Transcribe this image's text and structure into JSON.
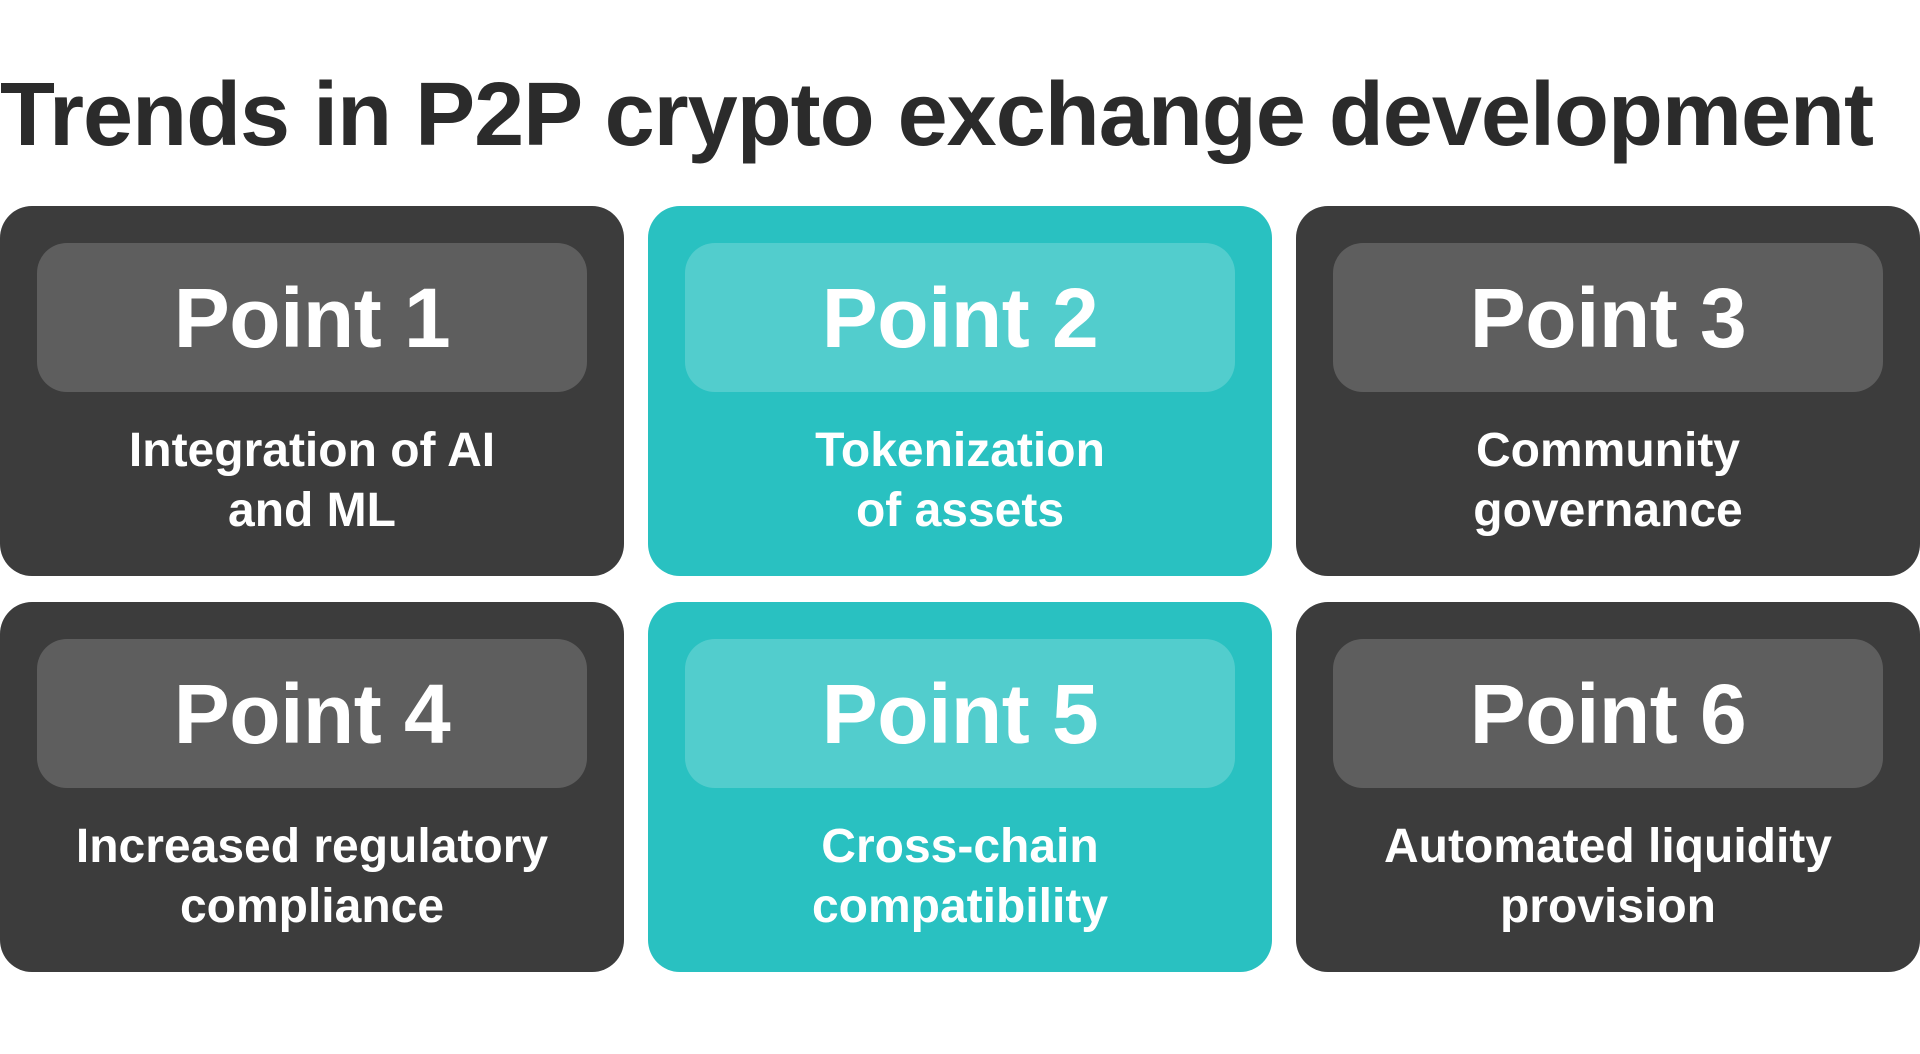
{
  "title": "Trends in P2P crypto exchange development",
  "colors": {
    "dark_card": "#3c3c3c",
    "dark_label": "#5e5e5e",
    "teal_card": "#29c1c1",
    "teal_label": "#52cdcd",
    "title_text": "#2b2b2b"
  },
  "points": [
    {
      "label": "Point 1",
      "lines": [
        "Integration of AI",
        "and ML"
      ],
      "style": "dark"
    },
    {
      "label": "Point 2",
      "lines": [
        "Tokenization",
        "of assets"
      ],
      "style": "teal"
    },
    {
      "label": "Point 3",
      "lines": [
        "Community",
        "governance"
      ],
      "style": "dark"
    },
    {
      "label": "Point 4",
      "lines": [
        "Increased regulatory",
        "compliance"
      ],
      "style": "dark"
    },
    {
      "label": "Point 5",
      "lines": [
        "Cross-chain",
        "compatibility"
      ],
      "style": "teal"
    },
    {
      "label": "Point 6",
      "lines": [
        "Automated liquidity",
        "provision"
      ],
      "style": "dark"
    }
  ]
}
